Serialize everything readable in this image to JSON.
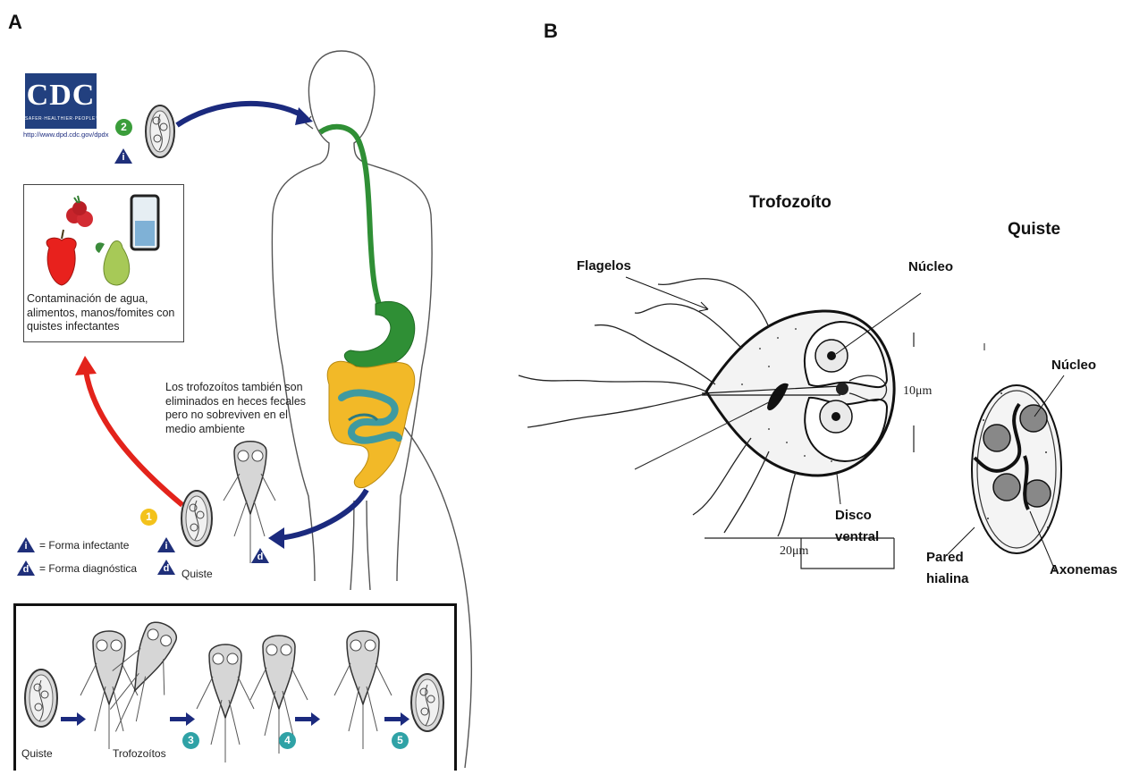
{
  "panel_a": {
    "letter": "A",
    "cdc": {
      "logo": "CDC",
      "tagline": "SAFER·HEALTHIER·PEOPLE™",
      "url": "http://www.dpd.cdc.gov/dpdx"
    },
    "stage_badges": {
      "ingest": "2",
      "excrete": "1",
      "step3": "3",
      "step4": "4",
      "step5": "5"
    },
    "infective_marker": "i",
    "diagnostic_marker": "d",
    "contamination_text": "Contaminación de agua, alimentos, manos/fomites con quistes infectantes",
    "trophozoite_note": "Los trofozoítos también son eliminados en heces fecales pero no sobreviven en el medio ambiente",
    "legend": {
      "infective": "= Forma infectante",
      "diagnostic": "= Forma diagnóstica"
    },
    "cyst_label": "Quiste",
    "cycle_box": {
      "cyst_label": "Quiste",
      "trophozoites_label": "Trofozoítos"
    },
    "colors": {
      "arrow_blue": "#1b2a7e",
      "arrow_red": "#e3231b",
      "gut_green": "#2f8f35",
      "colon_yellow": "#f2b928",
      "intestine_teal": "#3f9aa0",
      "badge_green": "#3a9d3a",
      "badge_yellow": "#f3c21b",
      "badge_teal": "#2fa2a6"
    }
  },
  "panel_b": {
    "letter": "B",
    "trophozoite": {
      "title": "Trofozoíto",
      "labels": {
        "flagella": "Flagelos",
        "nucleus": "Núcleo",
        "ventral_disc_1": "Disco",
        "ventral_disc_2": "ventral"
      },
      "scale_10": "10μm",
      "scale_20": "20μm"
    },
    "cyst": {
      "title": "Quiste",
      "labels": {
        "nucleus": "Núcleo",
        "wall_1": "Pared",
        "wall_2": "hialina",
        "axonemes": "Axonemas"
      }
    }
  }
}
